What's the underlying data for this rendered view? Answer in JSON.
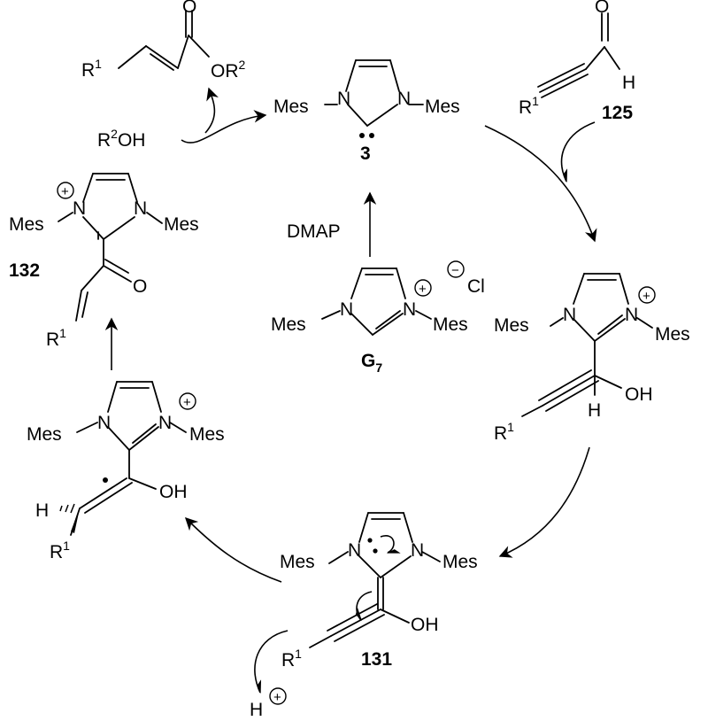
{
  "labels": {
    "mes": "Mes",
    "n": "N",
    "r": "R",
    "sup1": "1",
    "sup2": "2",
    "o": "O",
    "h": "H",
    "oh": "OH",
    "cl": "Cl",
    "plus": "+",
    "minus": "−",
    "dots": "••"
  },
  "compounds": {
    "carbene": "3",
    "aldehyde": "125",
    "precatalyst_main": "G",
    "precatalyst_sub": "7",
    "breslow": "131",
    "acyl_azolium": "132"
  },
  "reagents": {
    "base": "DMAP",
    "alcohol_main": "R",
    "alcohol_sup": "2",
    "alcohol_tail": "OH",
    "ester_tail": "OR"
  }
}
